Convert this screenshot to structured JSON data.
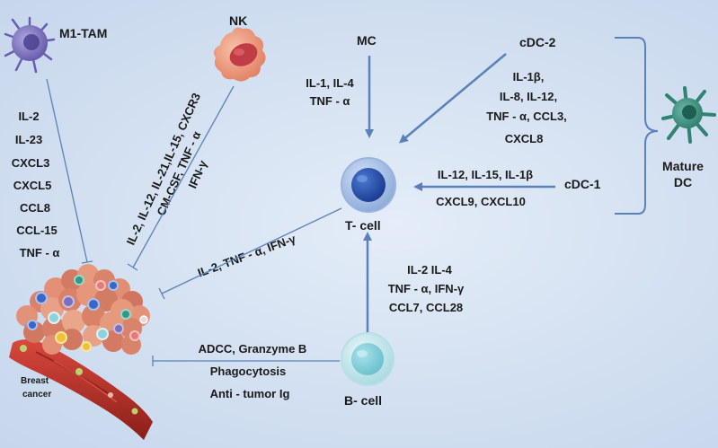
{
  "cells": {
    "m1tam": "M1-TAM",
    "nk": "NK",
    "mc": "MC",
    "cdc2": "cDC-2",
    "cdc1": "cDC-1",
    "mature_dc": [
      "Mature",
      "DC"
    ],
    "tcell": "T- cell",
    "bcell": "B- cell",
    "tumor": [
      "Breast",
      "cancer"
    ]
  },
  "factors": {
    "m1tam": [
      "IL-2",
      "IL-23",
      "CXCL3",
      "CXCL5",
      "CCL8",
      "CCL-15",
      "TNF - α"
    ],
    "nk": [
      "IL-2, IL-12, IL-21,IL-15, CXCR3",
      "CM-CSF, TNF - α",
      "IFN-γ"
    ],
    "mc": [
      "IL-1, IL-4",
      "TNF - α"
    ],
    "cdc2": [
      "IL-1β,",
      "IL-8, IL-12,",
      "TNF - α, CCL3,",
      "CXCL8"
    ],
    "cdc1": [
      "IL-12, IL-15, IL-1β",
      "CXCL9, CXCL10"
    ],
    "tcell_to_tumor": "IL-2, TNF - α, IFN-γ",
    "bcell_to_tcell": [
      "IL-2 IL-4",
      "TNF - α, IFN-γ",
      "CCL7, CCL28"
    ],
    "bcell_to_tumor": [
      "ADCC, Granzyme B",
      "Phagocytosis",
      "Anti - tumor Ig"
    ]
  },
  "colors": {
    "arrow": "#5a82b8",
    "tam": "#7b6fb8",
    "nk": "#e8947a",
    "nk_nucleus": "#c0404a",
    "dc": "#3c8f7c",
    "tcell": "#2a55b0",
    "bcell": "#8fd2dc",
    "vessel": "#b02a22"
  }
}
